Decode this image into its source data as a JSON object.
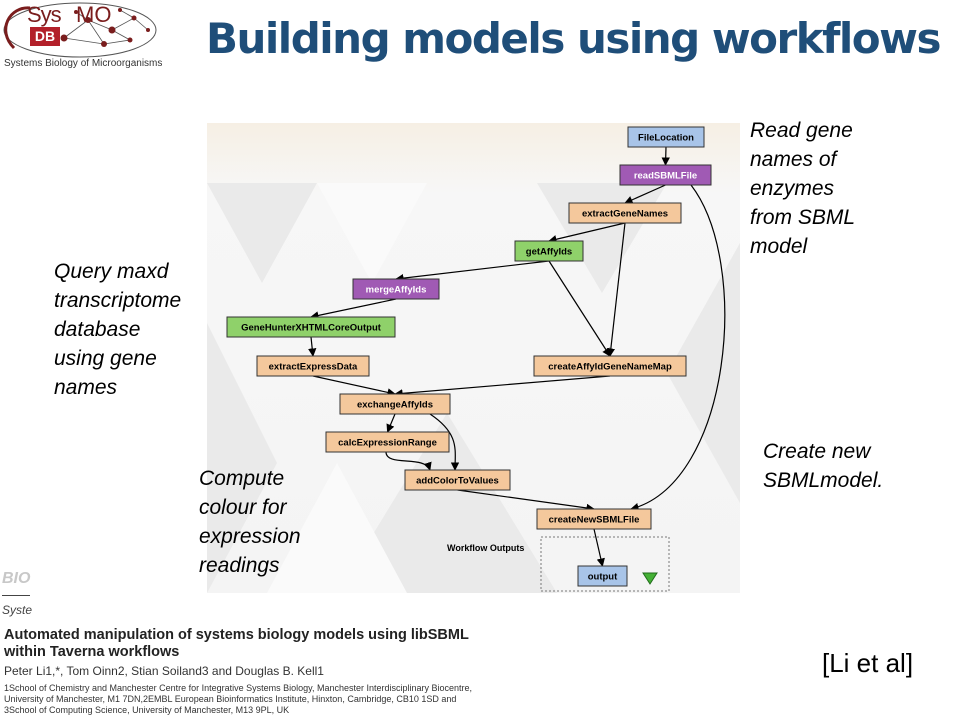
{
  "logo": {
    "sys": "Sys",
    "mo": "MO",
    "db": "DB",
    "subtitle": "Systems Biology of Microorganisms"
  },
  "title": "Building models using workflows",
  "workflow": {
    "nodes": [
      {
        "id": "FileLocation",
        "label": "FileLocation",
        "kind": "input"
      },
      {
        "id": "readSBMLFile",
        "label": "readSBMLFile",
        "kind": "service"
      },
      {
        "id": "extractGeneNames",
        "label": "extractGeneNames",
        "kind": "local"
      },
      {
        "id": "getAffyIds",
        "label": "getAffyIds",
        "kind": "soap"
      },
      {
        "id": "mergeAffyIds",
        "label": "mergeAffyIds",
        "kind": "service"
      },
      {
        "id": "GeneHunterXHTMLCoreOutput",
        "label": "GeneHunterXHTMLCoreOutput",
        "kind": "soap"
      },
      {
        "id": "extractExpressData",
        "label": "extractExpressData",
        "kind": "local"
      },
      {
        "id": "createAffyIdGeneNameMap",
        "label": "createAffyIdGeneNameMap",
        "kind": "local"
      },
      {
        "id": "exchangeAffyIds",
        "label": "exchangeAffyIds",
        "kind": "local"
      },
      {
        "id": "calcExpressionRange",
        "label": "calcExpressionRange",
        "kind": "local"
      },
      {
        "id": "addColorToValues",
        "label": "addColorToValues",
        "kind": "local"
      },
      {
        "id": "createNewSBMLFile",
        "label": "createNewSBMLFile",
        "kind": "local"
      },
      {
        "id": "output",
        "label": "output",
        "kind": "input"
      }
    ],
    "edges": [
      [
        "FileLocation",
        "readSBMLFile"
      ],
      [
        "readSBMLFile",
        "extractGeneNames"
      ],
      [
        "readSBMLFile",
        "createNewSBMLFile"
      ],
      [
        "extractGeneNames",
        "getAffyIds"
      ],
      [
        "extractGeneNames",
        "createAffyIdGeneNameMap"
      ],
      [
        "getAffyIds",
        "mergeAffyIds"
      ],
      [
        "getAffyIds",
        "createAffyIdGeneNameMap"
      ],
      [
        "mergeAffyIds",
        "GeneHunterXHTMLCoreOutput"
      ],
      [
        "GeneHunterXHTMLCoreOutput",
        "extractExpressData"
      ],
      [
        "extractExpressData",
        "exchangeAffyIds"
      ],
      [
        "createAffyIdGeneNameMap",
        "exchangeAffyIds"
      ],
      [
        "exchangeAffyIds",
        "calcExpressionRange"
      ],
      [
        "exchangeAffyIds",
        "addColorToValues"
      ],
      [
        "calcExpressionRange",
        "addColorToValues"
      ],
      [
        "addColorToValues",
        "createNewSBMLFile"
      ],
      [
        "createNewSBMLFile",
        "output"
      ]
    ],
    "outputs_label": "Workflow Outputs"
  },
  "annotations": {
    "read_gene_names": "Read gene\nnames of\nenzymes\nfrom SBML\nmodel",
    "query_maxd": "Query maxd\ntranscriptome\ndatabase\nusing gene\nnames",
    "create_new": "Create new\nSBMLmodel.",
    "compute_colour": "Compute\ncolour for\nexpression\nreadings"
  },
  "paper": {
    "faded_bio": "BIO",
    "faded_syst": "Syste",
    "title": "Automated manipulation of systems biology models using libSBML within Taverna workflows",
    "authors": "Peter Li1,*, Tom Oinn2, Stian Soiland3 and Douglas B. Kell1",
    "affiliations": "1School of Chemistry and Manchester Centre for Integrative Systems Biology, Manchester Interdisciplinary Biocentre, University of Manchester, M1 7DN,2EMBL European Bioinformatics Institute, Hinxton, Cambridge, CB10 1SD and 3School of Computing Science, University of Manchester, M13 9PL, UK"
  },
  "citation": "[Li et al]",
  "colors": {
    "title": "#1f4e79",
    "input_fill": "#a8c4e8",
    "service_fill": "#a05ab4",
    "local_fill": "#f4c89c",
    "soap_fill": "#8fd16a",
    "edge": "#000000"
  }
}
